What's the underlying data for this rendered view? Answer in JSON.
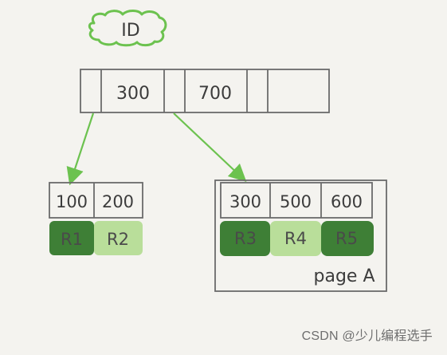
{
  "root": {
    "label": "ID",
    "keys": [
      "300",
      "700"
    ]
  },
  "leaves": [
    {
      "keys": [
        "100",
        "200"
      ],
      "rows": [
        "R1",
        "R2"
      ]
    },
    {
      "keys": [
        "300",
        "500",
        "600"
      ],
      "rows": [
        "R3",
        "R4",
        "R5"
      ],
      "page_label": "page A"
    }
  ],
  "watermark": "CSDN @少儿编程选手",
  "colors": {
    "background": "#f4f3ef",
    "line": "#6b6b6b",
    "arrow": "#6cc24f",
    "dark_green": "#3e7f36",
    "light_green": "#b9de9a",
    "cloud_stroke": "#6cc24f"
  }
}
